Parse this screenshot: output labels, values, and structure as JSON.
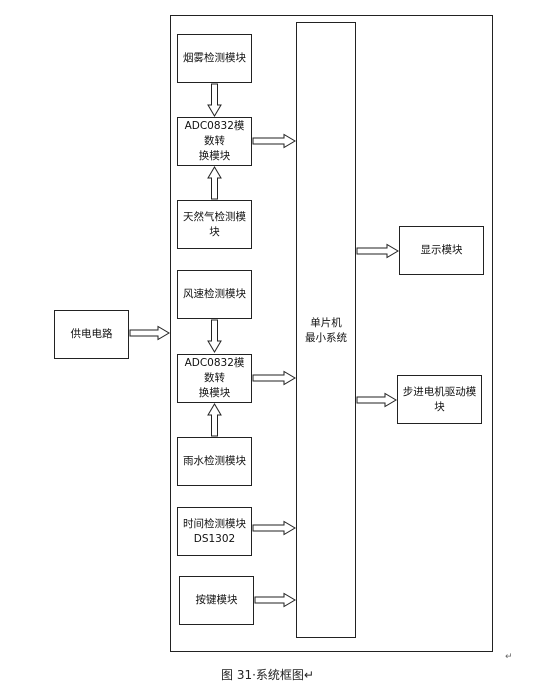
{
  "modules": {
    "smoke": "烟雾检测模块",
    "adc_1_line1": "ADC0832模数转",
    "adc_1_line2": "换模块",
    "gas": "天然气检测模块",
    "wind": "风速检测模块",
    "adc_2_line1": "ADC0832模数转",
    "adc_2_line2": "换模块",
    "rain": "雨水检测模块",
    "time_line1": "时间检测模块",
    "time_line2": "DS1302",
    "keys": "按键模块",
    "power": "供电电路",
    "display": "显示模块",
    "stepper": "步进电机驱动模块"
  },
  "mcu": {
    "line1": "单片机",
    "line2": "最小系统"
  },
  "caption": "图 31·系统框图↵",
  "marks": {
    "corner": "↵"
  }
}
